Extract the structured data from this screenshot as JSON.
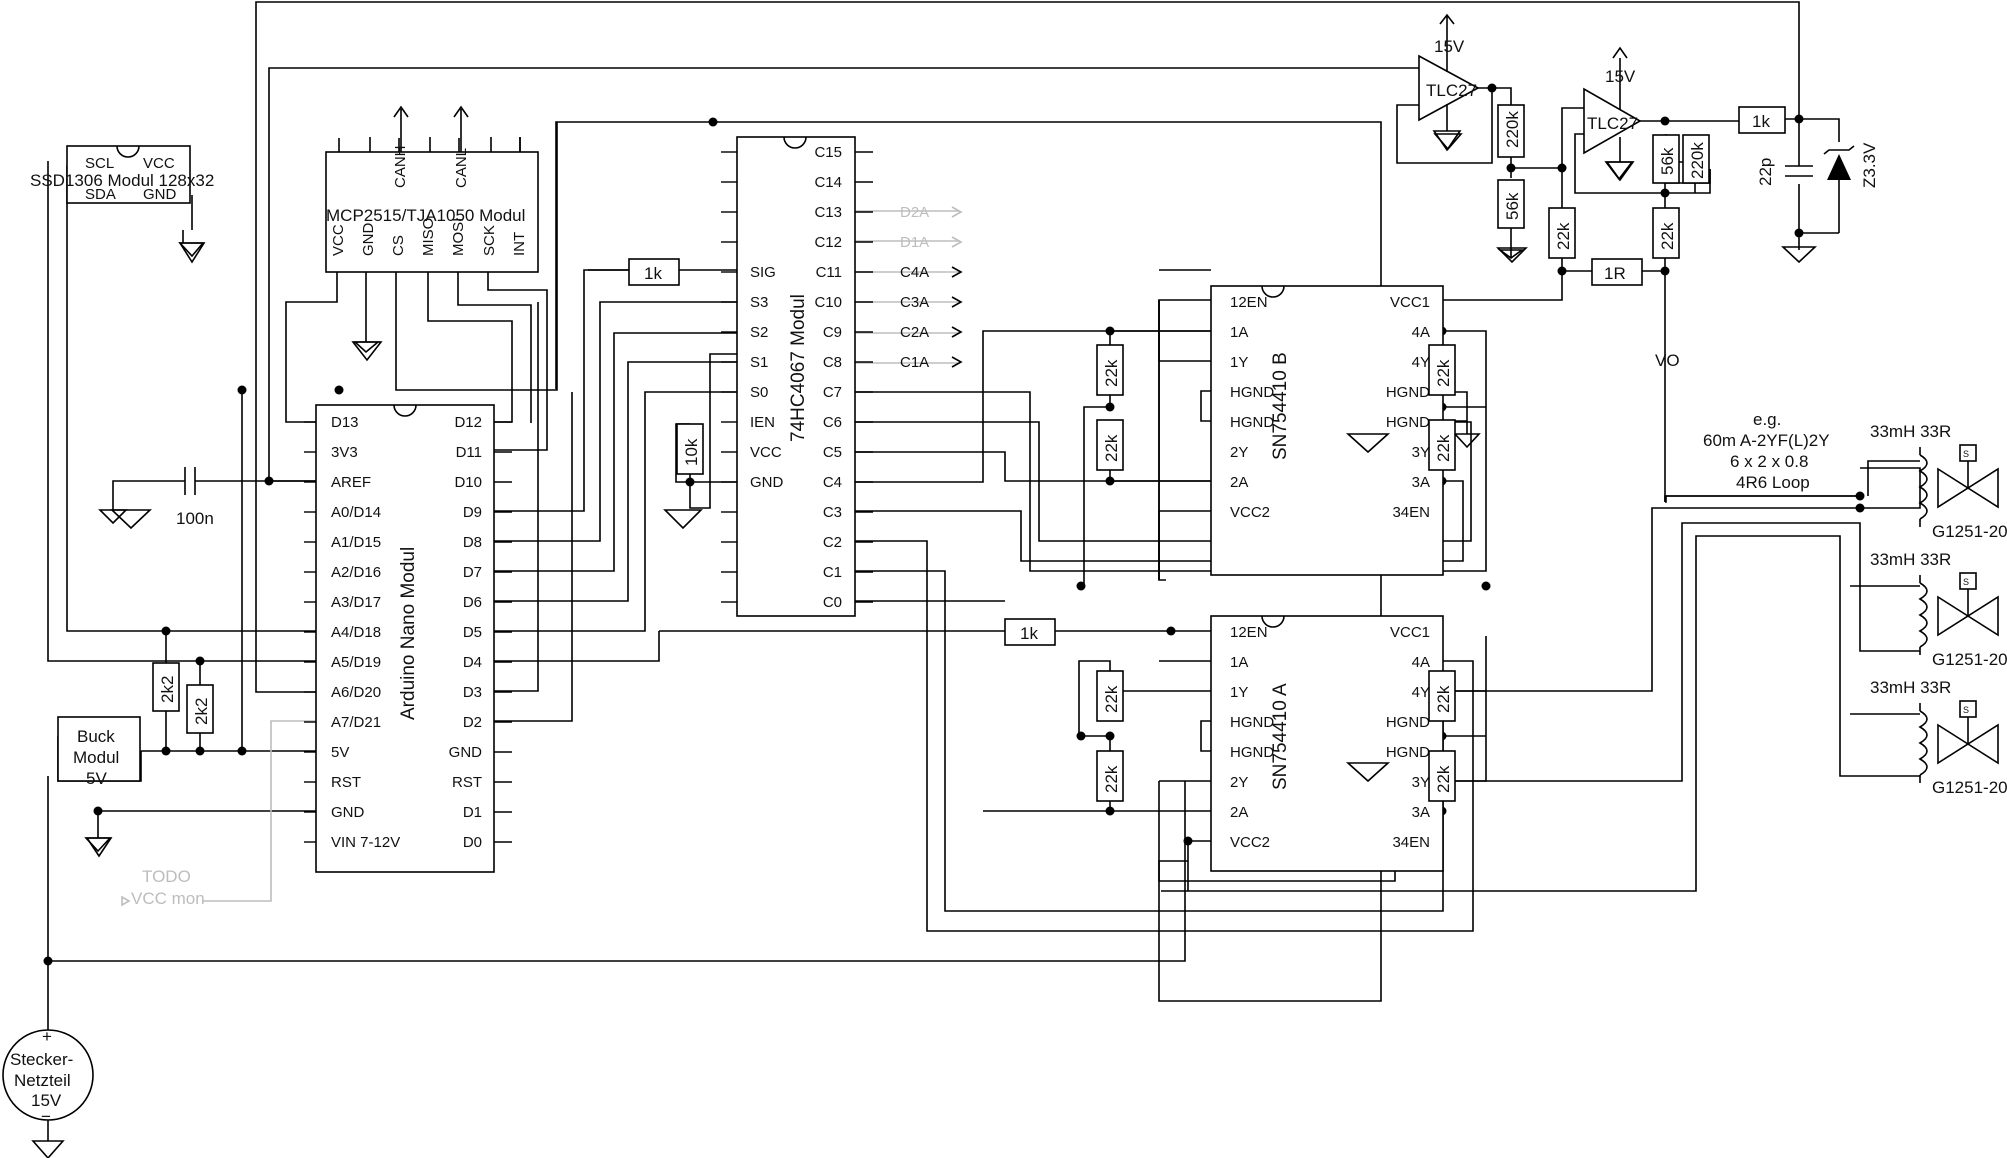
{
  "modules": {
    "oled": {
      "title": "SSD1306 Modul 128x32",
      "pins": [
        "SCL",
        "VCC",
        "SDA",
        "GND"
      ]
    },
    "can": {
      "title": "MCP2515/TJA1050 Modul",
      "pins": [
        "VCC",
        "GND",
        "CS",
        "MISO",
        "MOSI",
        "SCK",
        "INT"
      ],
      "bus": [
        "CANH",
        "CANL"
      ]
    },
    "mux": {
      "title": "74HC4067 Modul",
      "left_pins": [
        "SIG",
        "S3",
        "S2",
        "S1",
        "S0",
        "IEN",
        "VCC",
        "GND"
      ],
      "right_pins": [
        "C15",
        "C14",
        "C13",
        "C12",
        "C11",
        "C10",
        "C9",
        "C8",
        "C7",
        "C6",
        "C5",
        "C4",
        "C3",
        "C2",
        "C1",
        "C0"
      ]
    },
    "nano": {
      "title": "Arduino Nano Modul",
      "left_pins": [
        "D13",
        "3V3",
        "AREF",
        "A0/D14",
        "A1/D15",
        "A2/D16",
        "A3/D17",
        "A4/D18",
        "A5/D19",
        "A6/D20",
        "A7/D21",
        "5V",
        "RST",
        "GND",
        "VIN 7-12V"
      ],
      "right_pins": [
        "D12",
        "D11",
        "D10",
        "D9",
        "D8",
        "D7",
        "D6",
        "D5",
        "D4",
        "D3",
        "D2",
        "GND",
        "RST",
        "D1",
        "D0"
      ]
    },
    "drv_b": {
      "title": "SN754410 B",
      "left_pins": [
        "12EN",
        "1A",
        "1Y",
        "HGND",
        "HGND",
        "2Y",
        "2A",
        "VCC2"
      ],
      "right_pins": [
        "VCC1",
        "4A",
        "4Y",
        "HGND",
        "HGND",
        "3Y",
        "3A",
        "34EN"
      ]
    },
    "drv_a": {
      "title": "SN754410 A",
      "left_pins": [
        "12EN",
        "1A",
        "1Y",
        "HGND",
        "HGND",
        "2Y",
        "2A",
        "VCC2"
      ],
      "right_pins": [
        "VCC1",
        "4A",
        "4Y",
        "HGND",
        "HGND",
        "3Y",
        "3A",
        "34EN"
      ]
    },
    "buck": {
      "lines": [
        "Buck",
        "Modul",
        "5V"
      ]
    },
    "psu": {
      "lines": [
        "Stecker-",
        "Netzteil",
        "15V"
      ],
      "plus": "+",
      "minus": "−"
    }
  },
  "mux_outputs": [
    "D2A",
    "D1A",
    "C4A",
    "C3A",
    "C2A",
    "C1A"
  ],
  "components": {
    "r_sig": "1k",
    "r_mux": "10k",
    "r_i2c": "2k2",
    "r_i2c_2": "2k2",
    "c_aref": "100n",
    "r_d5": "1k",
    "r_b": [
      "22k",
      "22k",
      "22k",
      "22k"
    ],
    "r_a": [
      "22k",
      "22k",
      "22k",
      "22k"
    ],
    "r_fb1": "220k",
    "r_div1": "56k",
    "r_in2": "22k",
    "r_fb2a": "56k",
    "r_fb2b": "220k",
    "r_div2": "22k",
    "r_sense": "1R",
    "r_out": "1k",
    "c_out": "22p",
    "zener": "Z3.3V"
  },
  "opamps": {
    "name": "TLC27",
    "supply": "15V"
  },
  "signals": {
    "vo": "VO"
  },
  "cable_note": [
    "e.g.",
    "60m A-2YF(L)2Y",
    "6 x 2 x 0.8",
    "4R6 Loop"
  ],
  "valves": [
    {
      "coil": "33mH 33R",
      "model": "G1251-20",
      "icon": "S"
    },
    {
      "coil": "33mH 33R",
      "model": "G1251-20",
      "icon": "S"
    },
    {
      "coil": "33mH 33R",
      "model": "G1251-20",
      "icon": "S"
    }
  ],
  "todo": [
    "TODO",
    "VCC mon"
  ],
  "colors": {
    "wire": "#000000",
    "unused": "#bdbdbd"
  }
}
